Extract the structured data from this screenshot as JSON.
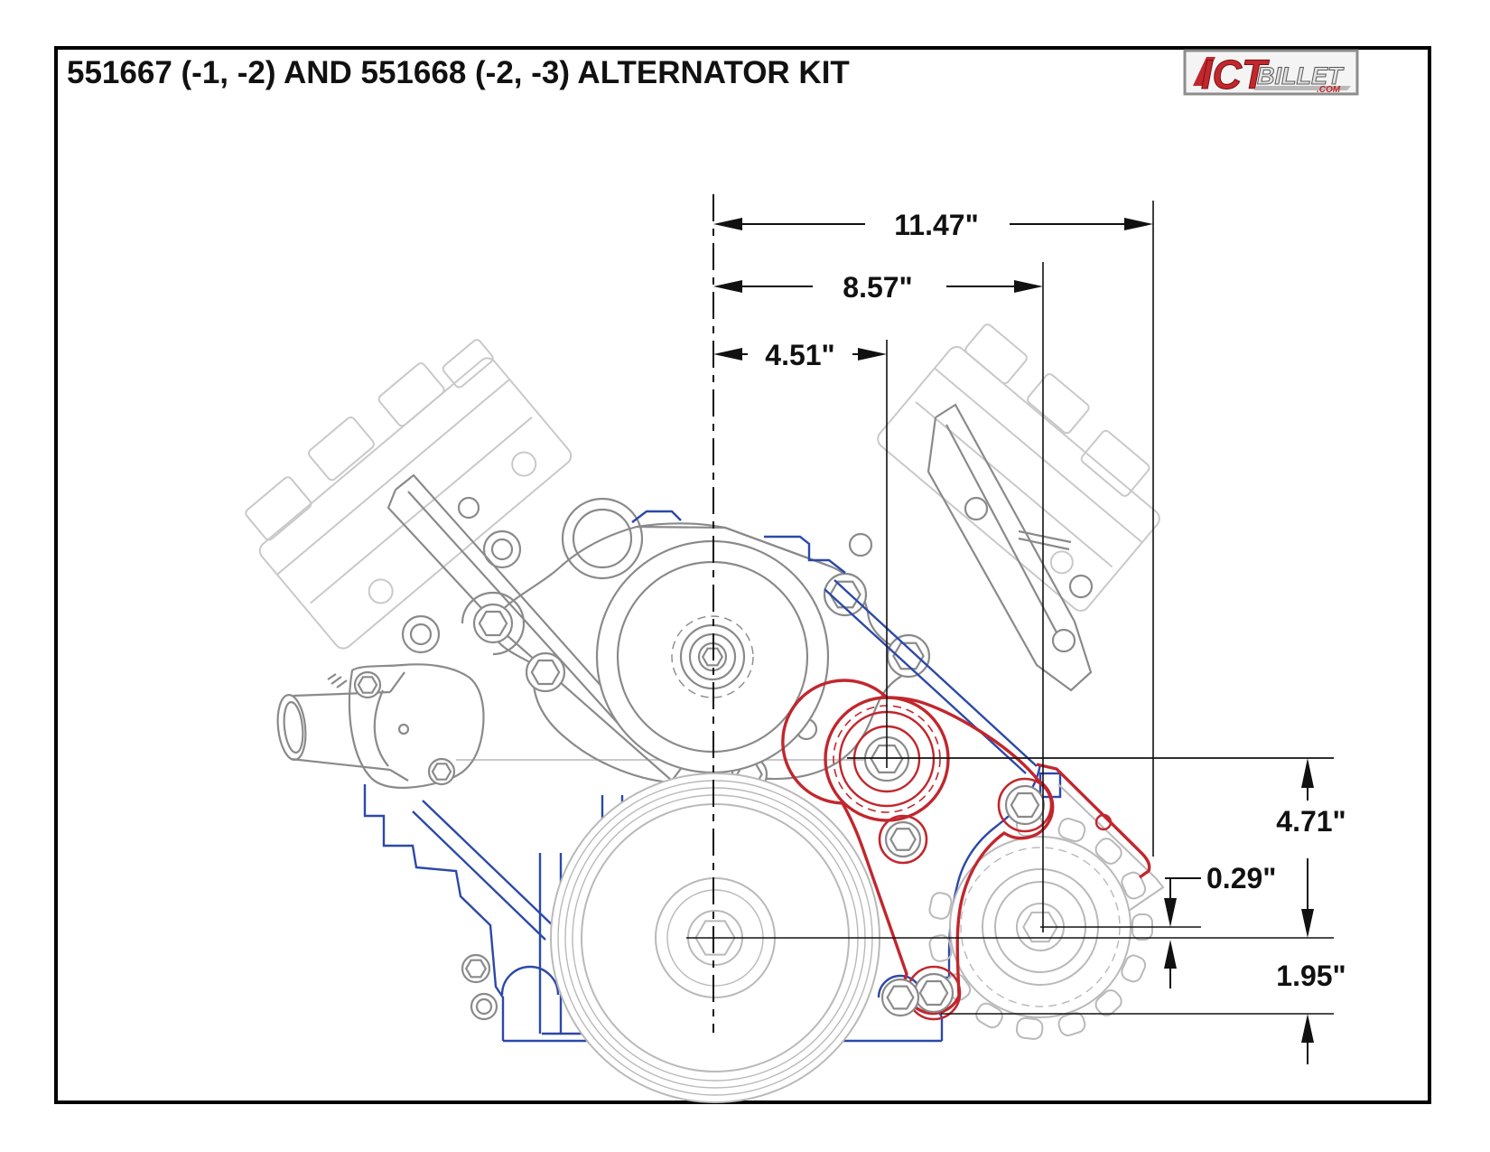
{
  "page": {
    "title": "551667 (-1, -2) AND 551668 (-2, -3) ALTERNATOR KIT"
  },
  "logo": {
    "ict": "ICT",
    "billet": "BILLET",
    "com": ".COM"
  },
  "dimensions": {
    "overall_width": {
      "label": "11.47\""
    },
    "alternator_center_x": {
      "label": "8.57\""
    },
    "idler_center_x": {
      "label": "4.51\""
    },
    "idler_to_crank_height": {
      "label": "4.71\""
    },
    "alt_to_crank_offset": {
      "label": "0.29\""
    },
    "crank_to_bracket_bottom": {
      "label": "1.95\""
    }
  },
  "colors": {
    "bracket_red": "#c1272d",
    "cover_blue": "#2b49a8",
    "dim_black": "#111111"
  }
}
